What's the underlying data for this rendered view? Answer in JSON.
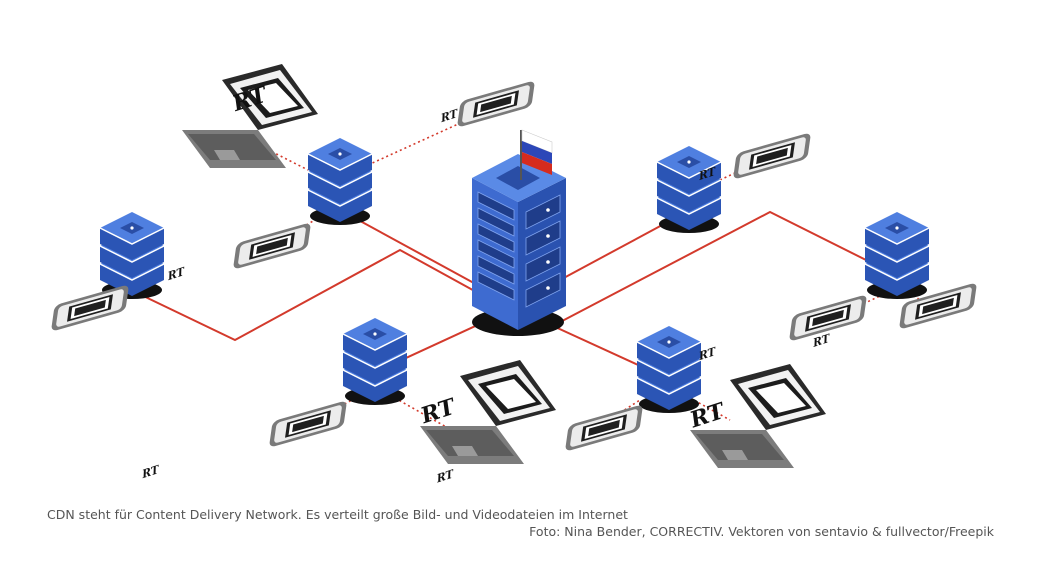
{
  "figure": {
    "logo_text": "RT",
    "caption": "CDN steht für Content Delivery Network. Es verteilt große Bild- und Videodateien im Internet",
    "credit": "Foto: Nina Bender, CORRECTIV. Vektoren von sentavio & fullvector/Freepik"
  },
  "colors": {
    "server_blue": "#3d6fd6",
    "server_light": "#7fa3ee",
    "line_red": "#d33a2c",
    "device_gray": "#6b6b6b",
    "flag_white": "#ffffff",
    "flag_blue": "#2c47b8",
    "flag_red": "#d52b1e"
  }
}
